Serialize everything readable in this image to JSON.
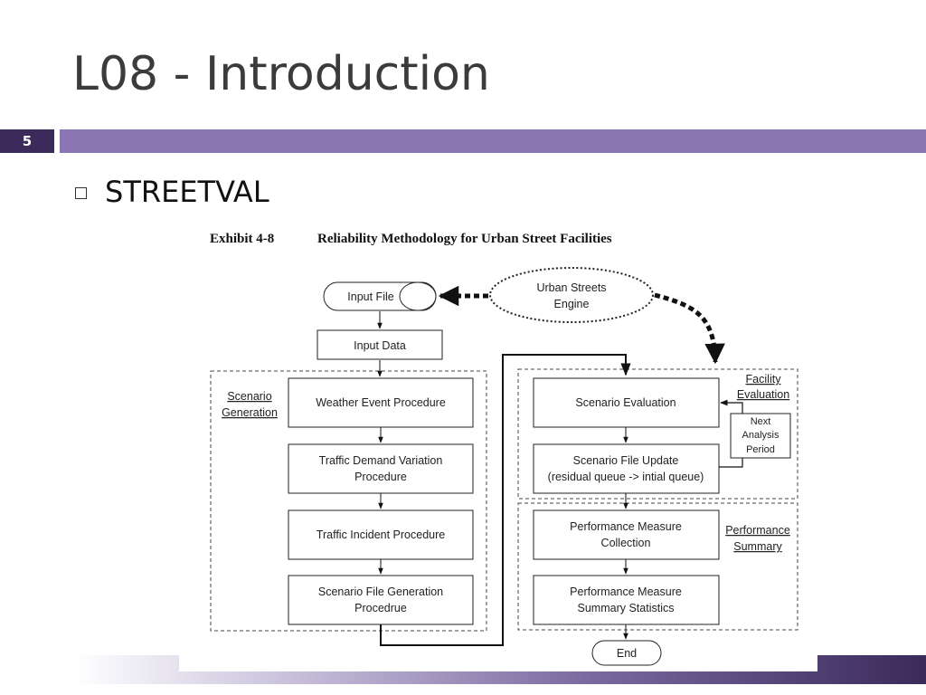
{
  "slide": {
    "title": "L08 - Introduction",
    "page_number": "5",
    "bullet": "STREETVAL"
  },
  "exhibit": {
    "number": "Exhibit 4-8",
    "title": "Reliability Methodology for Urban Street Facilities"
  },
  "diagram": {
    "input_file": "Input File",
    "engine_line1": "Urban Streets",
    "engine_line2": "Engine",
    "input_data": "Input Data",
    "scenario_generation_line1": "Scenario",
    "scenario_generation_line2": "Generation",
    "weather": "Weather Event Procedure",
    "traffic_demand_line1": "Traffic Demand Variation",
    "traffic_demand_line2": "Procedure",
    "incident": "Traffic Incident Procedure",
    "file_gen_line1": "Scenario File Generation",
    "file_gen_line2": "Procedrue",
    "scenario_eval": "Scenario Evaluation",
    "facility_eval_line1": "Facility",
    "facility_eval_line2": "Evaluation",
    "next_line1": "Next",
    "next_line2": "Analysis",
    "next_line3": "Period",
    "file_update_line1": "Scenario File Update",
    "file_update_line2": "(residual queue -> intial queue)",
    "perf_collect_line1": "Performance Measure",
    "perf_collect_line2": "Collection",
    "perf_summary_label_line1": "Performance",
    "perf_summary_label_line2": "Summary",
    "perf_stats_line1": "Performance Measure",
    "perf_stats_line2": "Summary Statistics",
    "end": "End"
  }
}
